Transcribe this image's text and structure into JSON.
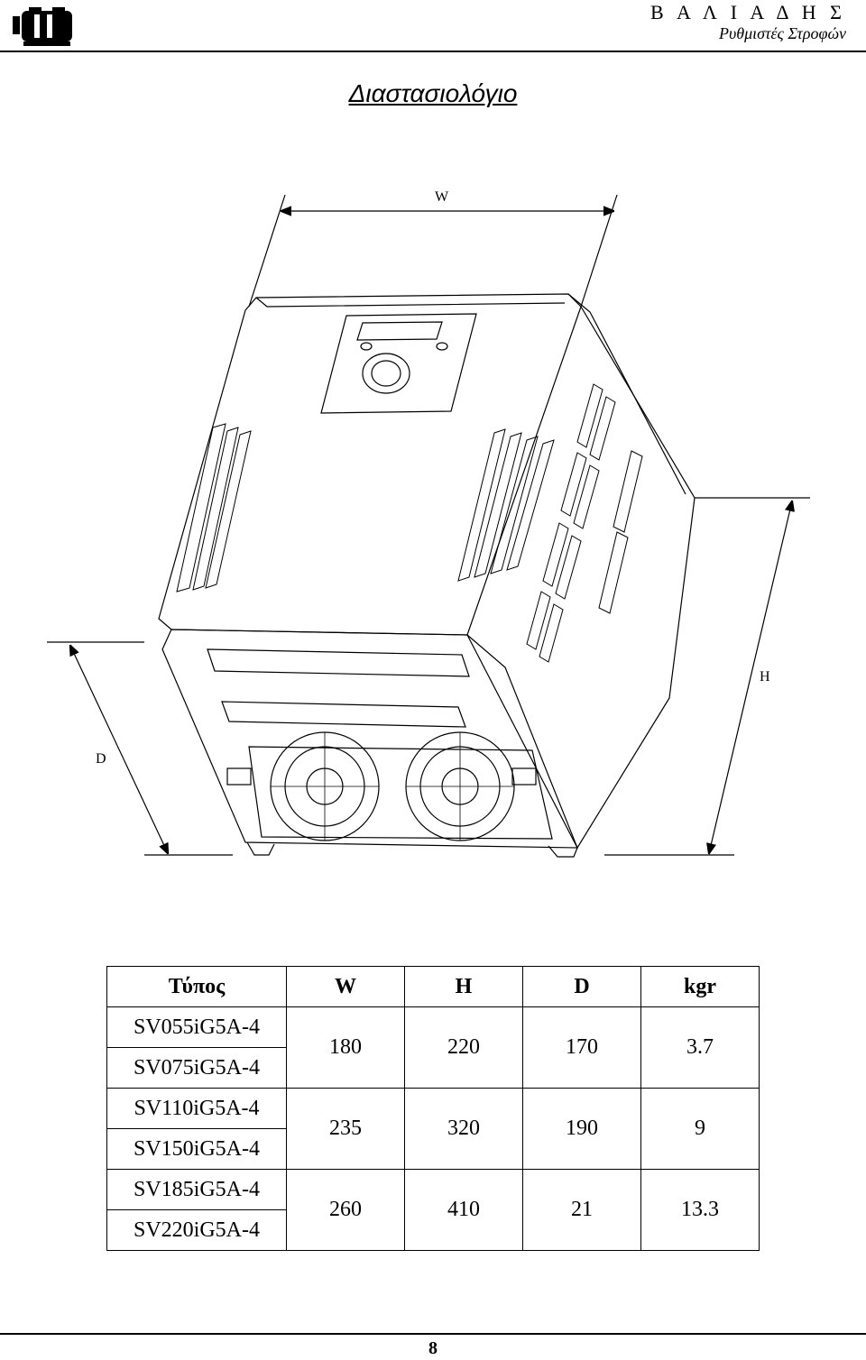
{
  "header": {
    "brand_name": "Β Α Λ Ι Α Δ Η Σ",
    "brand_sub": "Ρυθμιστές Στροφών",
    "logo_icon": "motor-logo-icon"
  },
  "title": "Διαστασιολόγιο",
  "drawing": {
    "label_w": "W",
    "label_h": "H",
    "label_d": "D"
  },
  "table": {
    "headers": [
      "Τύπος",
      "W",
      "H",
      "D",
      "kgr"
    ],
    "groups": [
      {
        "types": [
          "SV055iG5A-4",
          "SV075iG5A-4"
        ],
        "w": "180",
        "h": "220",
        "d": "170",
        "kgr": "3.7"
      },
      {
        "types": [
          "SV110iG5A-4",
          "SV150iG5A-4"
        ],
        "w": "235",
        "h": "320",
        "d": "190",
        "kgr": "9"
      },
      {
        "types": [
          "SV185iG5A-4",
          "SV220iG5A-4"
        ],
        "w": "260",
        "h": "410",
        "d": "21",
        "kgr": "13.3"
      }
    ]
  },
  "footer": {
    "page_number": "8"
  }
}
